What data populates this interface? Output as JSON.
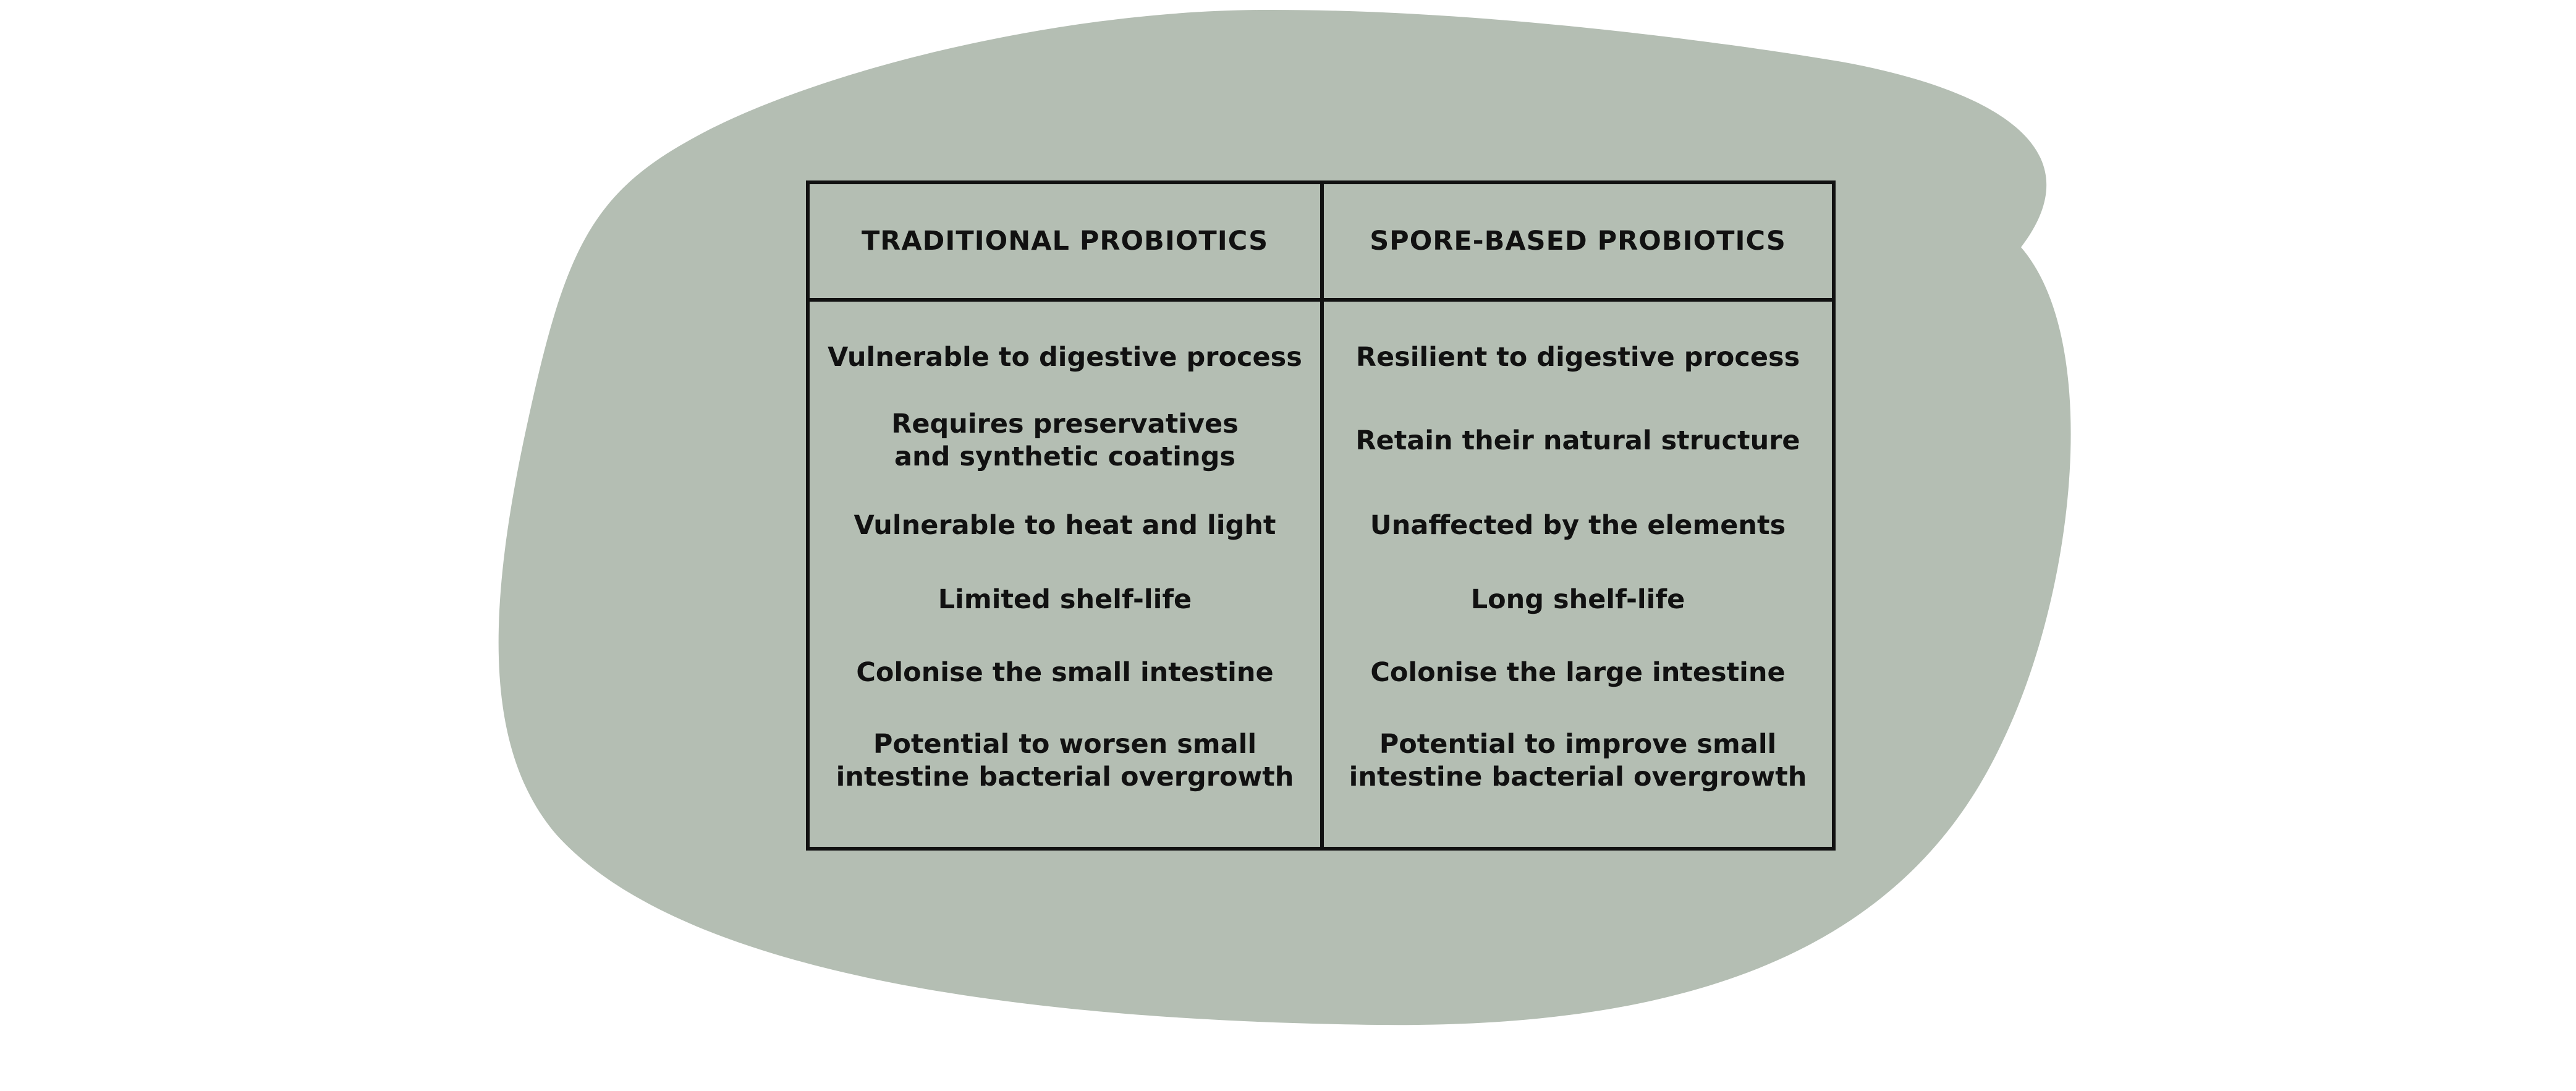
{
  "colors": {
    "blob_fill": "#b4beb3",
    "border": "#111111",
    "text": "#111111"
  },
  "table": {
    "headers": [
      "TRADITIONAL PROBIOTICS",
      "SPORE-BASED PROBIOTICS"
    ],
    "rows": [
      [
        "Vulnerable to digestive process",
        "Resilient to digestive process"
      ],
      [
        "Requires preservatives\nand synthetic coatings",
        "Retain their natural structure"
      ],
      [
        "Vulnerable to heat and light",
        "Unaffected by the elements"
      ],
      [
        "Limited shelf-life",
        "Long shelf-life"
      ],
      [
        "Colonise the small intestine",
        "Colonise the large intestine"
      ],
      [
        "Potential to worsen small\nintestine bacterial overgrowth",
        "Potential to improve small\nintestine bacterial overgrowth"
      ]
    ]
  }
}
